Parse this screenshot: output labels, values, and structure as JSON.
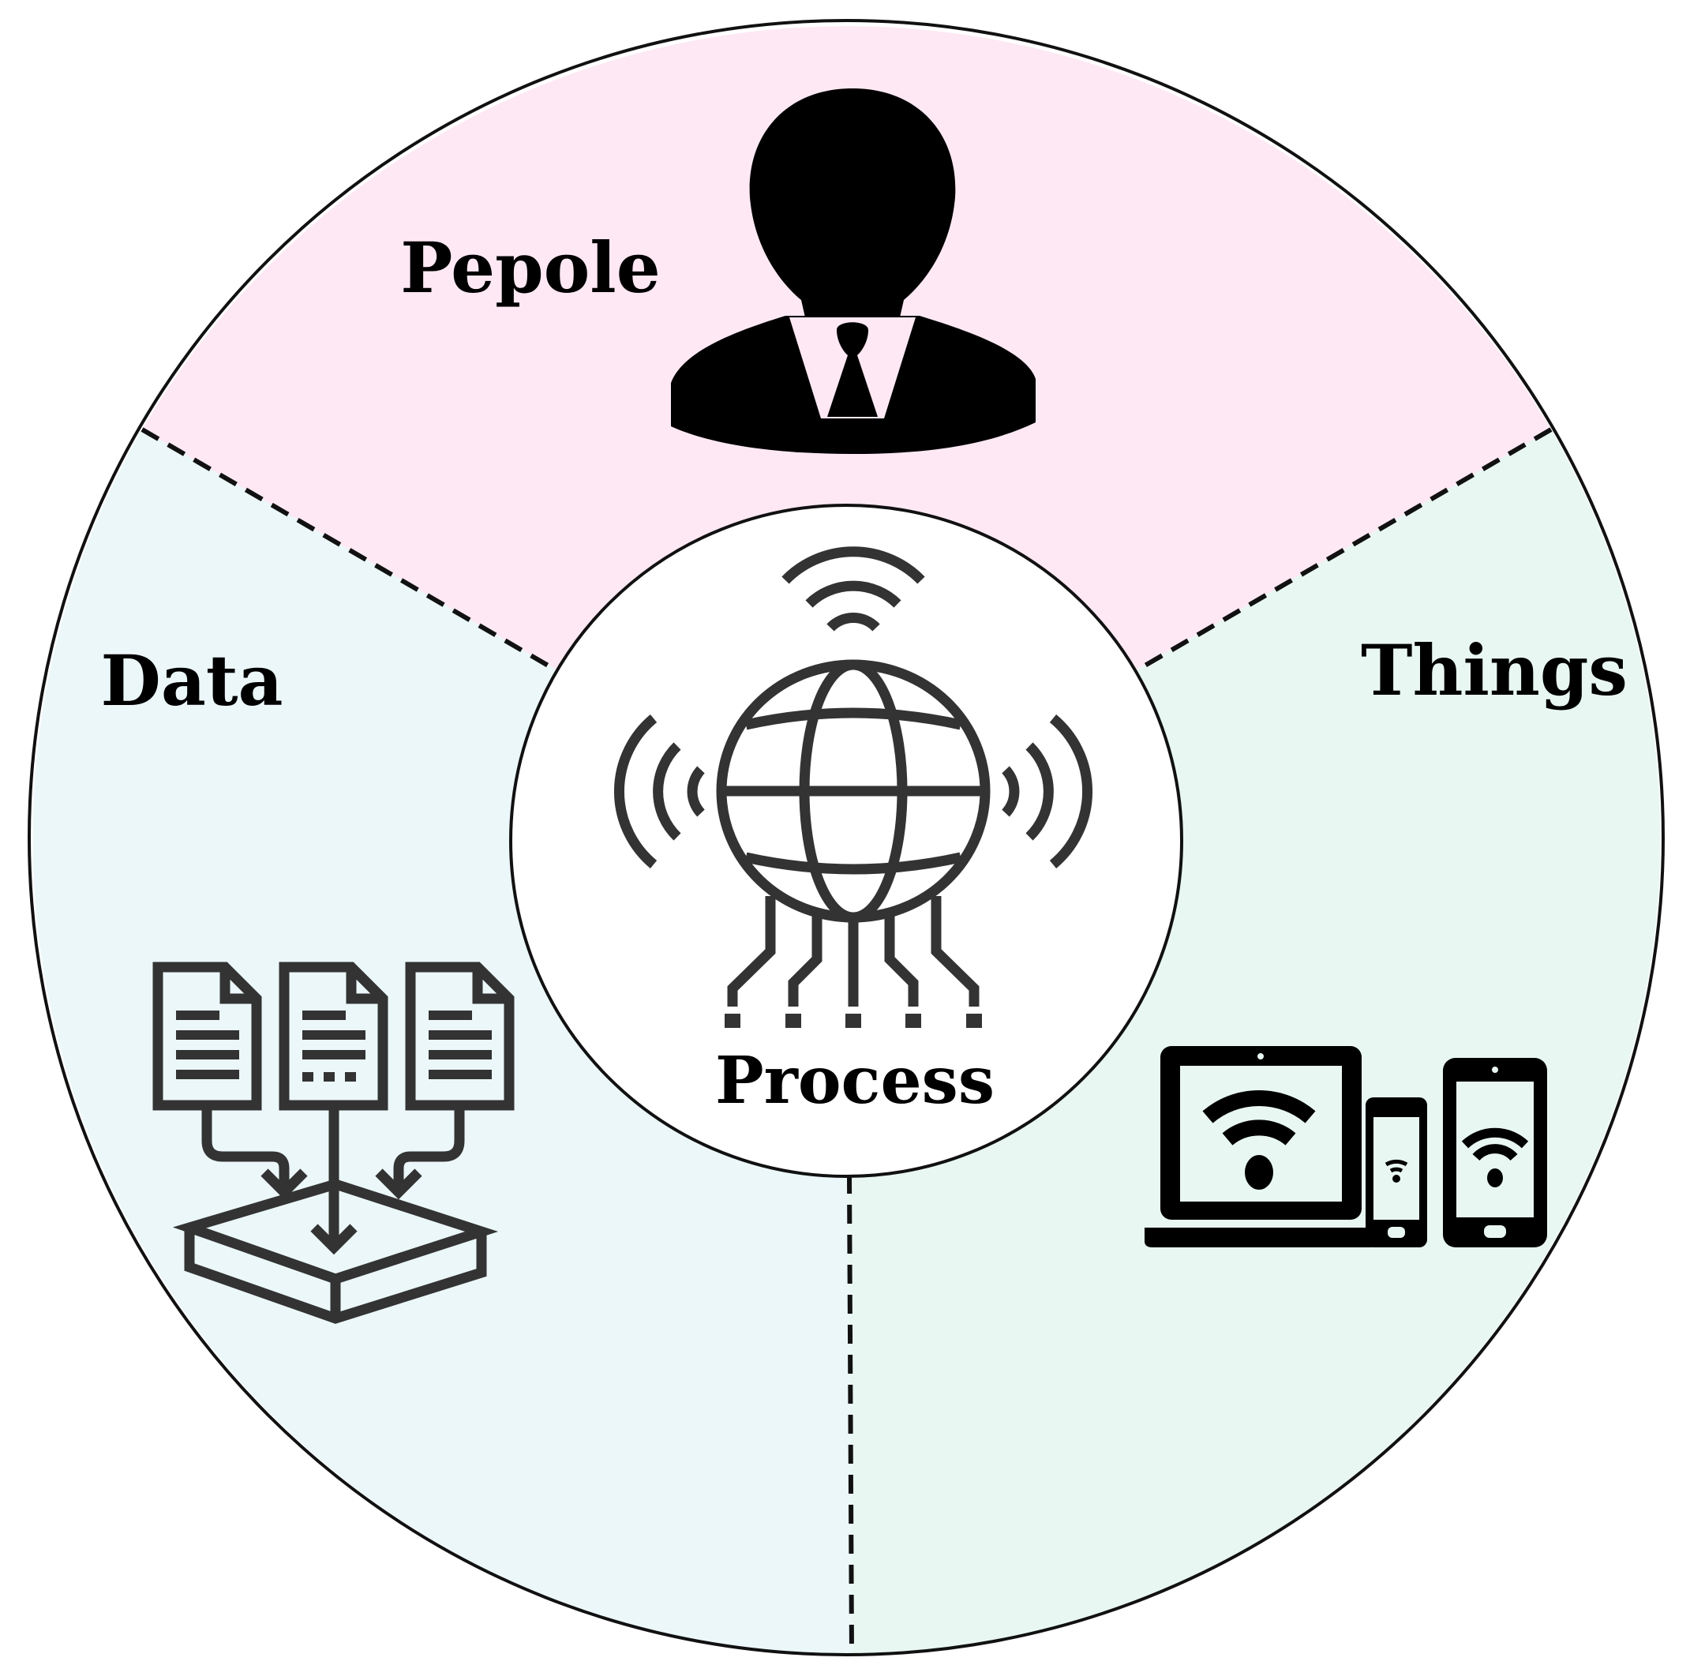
{
  "diagram": {
    "segments": [
      {
        "id": "people",
        "label": "Pepole",
        "color": "#fde8f3",
        "icon": "businessman-icon"
      },
      {
        "id": "data",
        "label": "Data",
        "color": "#ebf7f9",
        "icon": "documents-to-database-icon"
      },
      {
        "id": "things",
        "label": "Things",
        "color": "#e8f7f2",
        "icon": "wireless-devices-icon"
      }
    ],
    "center": {
      "label": "Process",
      "icon": "global-network-icon",
      "color": "#ffffff"
    },
    "outline_color": "#111111"
  }
}
